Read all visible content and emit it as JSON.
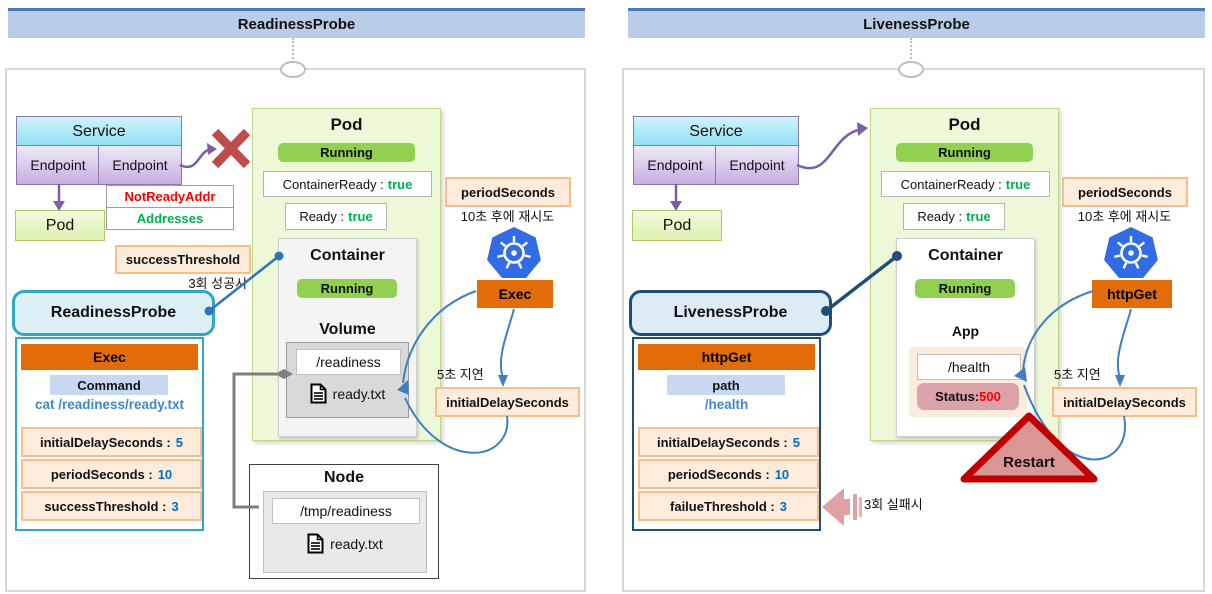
{
  "colors": {
    "accent_orange": "#e36c0a",
    "kubernetes_blue": "#326ce5",
    "running_green": "#92d050",
    "true_green": "#00b050",
    "status_red": "#ff0000",
    "restart_red": "#c00000",
    "readiness_teal": "#2fa8c5",
    "liveness_navy": "#1f4e79",
    "titlebar_blue": "#b9cde8"
  },
  "left": {
    "title": "ReadinessProbe",
    "service": "Service",
    "endpoints": [
      "Endpoint",
      "Endpoint"
    ],
    "endpoint_table": [
      "NotReadyAddr",
      "Addresses"
    ],
    "pod_ref": "Pod",
    "pod": {
      "title": "Pod",
      "status": "Running",
      "container_ready": {
        "label": "ContainerReady :",
        "value": "true"
      },
      "ready": {
        "label": "Ready :",
        "value": "true"
      },
      "container": {
        "title": "Container",
        "status": "Running",
        "volume": {
          "title": "Volume",
          "path": "/readiness",
          "file": "ready.txt"
        }
      }
    },
    "success_threshold_badge": "successThreshold",
    "success_note": "3회 성공시",
    "probe": {
      "title": "ReadinessProbe",
      "handler": "Exec",
      "param_name": "Command",
      "param_value": "cat /readiness/ready.txt",
      "settings": [
        {
          "label": "initialDelaySeconds :",
          "value": "5"
        },
        {
          "label": "periodSeconds :",
          "value": "10"
        },
        {
          "label": "successThreshold :",
          "value": "3"
        }
      ]
    },
    "period_badge": "periodSeconds",
    "period_note": "10초 후에 재시도",
    "trigger": "Exec",
    "delay_note": "5초 지연",
    "initial_delay_badge": "initialDelaySeconds",
    "node": {
      "title": "Node",
      "path": "/tmp/readiness",
      "file": "ready.txt"
    }
  },
  "right": {
    "title": "LivenessProbe",
    "service": "Service",
    "endpoints": [
      "Endpoint",
      "Endpoint"
    ],
    "pod_ref": "Pod",
    "pod": {
      "title": "Pod",
      "status": "Running",
      "container_ready": {
        "label": "ContainerReady :",
        "value": "true"
      },
      "ready": {
        "label": "Ready :",
        "value": "true"
      },
      "container": {
        "title": "Container",
        "status": "Running",
        "app": {
          "title": "App",
          "path": "/health",
          "status_label": "Status:",
          "status_value": "500"
        }
      }
    },
    "probe": {
      "title": "LivenessProbe",
      "handler": "httpGet",
      "param_name": "path",
      "param_value": "/health",
      "settings": [
        {
          "label": "initialDelaySeconds :",
          "value": "5"
        },
        {
          "label": "periodSeconds :",
          "value": "10"
        },
        {
          "label": "failueThreshold :",
          "value": "3"
        }
      ]
    },
    "period_badge": "periodSeconds",
    "period_note": "10초 후에 재시도",
    "trigger": "httpGet",
    "delay_note": "5초 지연",
    "initial_delay_badge": "initialDelaySeconds",
    "restart_label": "Restart",
    "fail_note": "3회 실패시"
  }
}
